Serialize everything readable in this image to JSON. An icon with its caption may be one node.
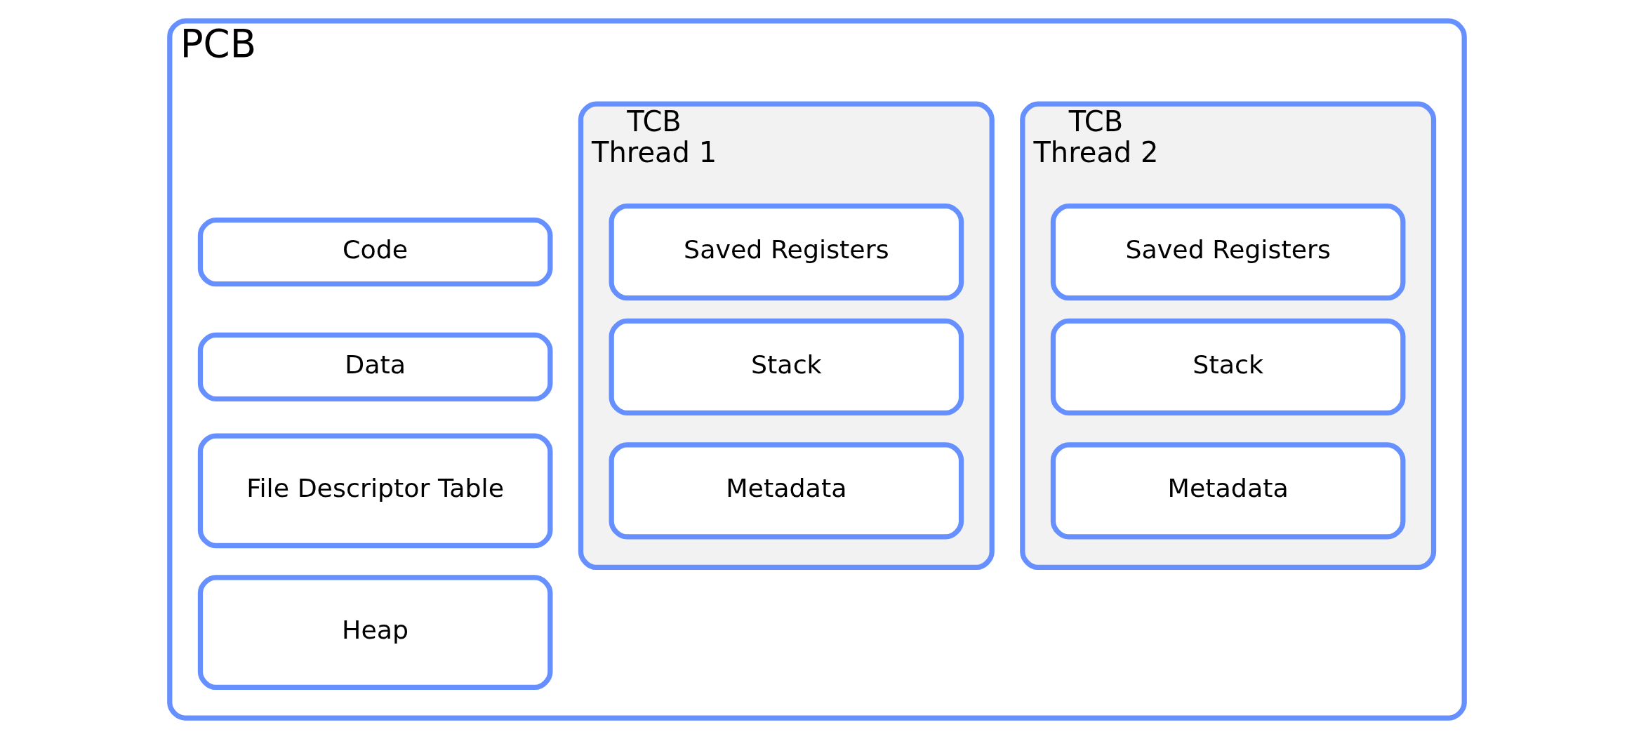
{
  "diagram": {
    "nodes": [
      {
        "text": [
          "PCB"
        ]
      },
      {
        "text": [
          "Code"
        ],
        "in": 0
      },
      {
        "text": [
          "Data"
        ],
        "in": 0
      },
      {
        "text": [
          "File Descriptor Table"
        ],
        "in": 0
      },
      {
        "text": [
          "Heap"
        ],
        "in": 0
      },
      {
        "text": [
          "TCB",
          "Thread 1"
        ],
        "in": 0
      },
      {
        "text": [
          "Saved Registers"
        ],
        "in": 5
      },
      {
        "text": [
          "Stack"
        ],
        "in": 5
      },
      {
        "text": [
          "Metadata"
        ],
        "in": 5
      },
      {
        "text": [
          "TCB",
          "Thread 2"
        ],
        "in": 0
      },
      {
        "text": [
          "Saved Registers"
        ],
        "in": 9
      },
      {
        "text": [
          "Stack"
        ],
        "in": 9
      },
      {
        "text": [
          "Metadata"
        ],
        "in": 9
      }
    ]
  }
}
